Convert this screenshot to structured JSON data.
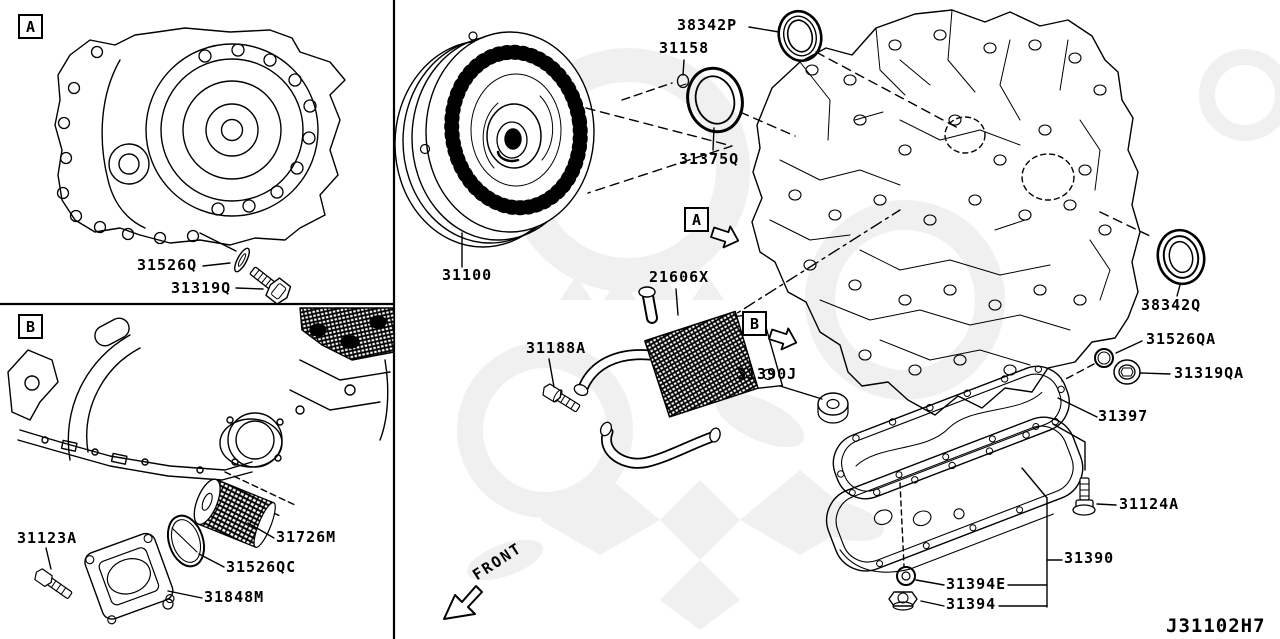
{
  "colors": {
    "line": "#000000",
    "background": "#ffffff",
    "watermark": "#f0f0f0"
  },
  "callouts": {
    "a": "A",
    "b": "B"
  },
  "front_label": "FRONT",
  "diagram_code": "J31102H7",
  "parts": {
    "p31526Q": "31526Q",
    "p31319Q": "31319Q",
    "p31123A": "31123A",
    "p31726M": "31726M",
    "p31526QC": "31526QC",
    "p31848M": "31848M",
    "p31100": "31100",
    "p38342P": "38342P",
    "p31158": "31158",
    "p31375Q": "31375Q",
    "p21606X": "21606X",
    "p31188A": "31188A",
    "p31390J": "31390J",
    "p38342Q": "38342Q",
    "p31526QA": "31526QA",
    "p31319QA": "31319QA",
    "p31397": "31397",
    "p31124A": "31124A",
    "p31390": "31390",
    "p31394E": "31394E",
    "p31394": "31394"
  }
}
